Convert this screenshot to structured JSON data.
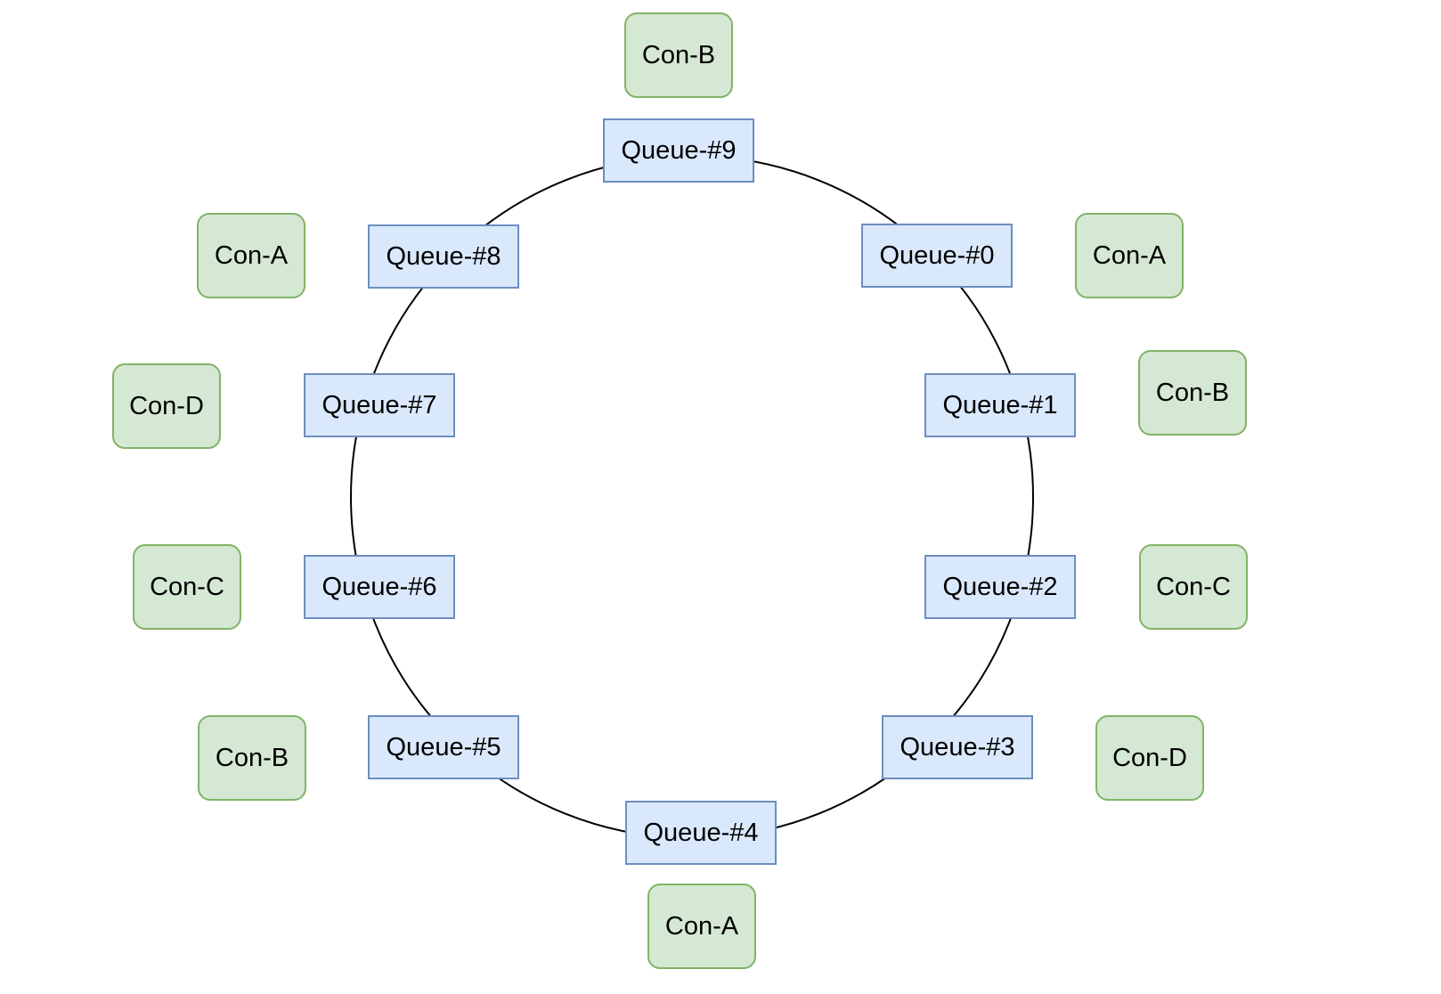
{
  "colors": {
    "queue_fill": "#dae8fc",
    "queue_stroke": "#6c8ebf",
    "consumer_fill": "#d5e8d4",
    "consumer_stroke": "#82b366",
    "ring_stroke": "#000000",
    "text_color": "#000000"
  },
  "ring": {
    "shape": "circle",
    "stroke": "#000000"
  },
  "queues": [
    {
      "label": "Queue-#0",
      "placement": "upper-right"
    },
    {
      "label": "Queue-#1",
      "placement": "right-upper"
    },
    {
      "label": "Queue-#2",
      "placement": "right-lower"
    },
    {
      "label": "Queue-#3",
      "placement": "lower-right"
    },
    {
      "label": "Queue-#4",
      "placement": "bottom"
    },
    {
      "label": "Queue-#5",
      "placement": "lower-left"
    },
    {
      "label": "Queue-#6",
      "placement": "left-lower"
    },
    {
      "label": "Queue-#7",
      "placement": "left-upper"
    },
    {
      "label": "Queue-#8",
      "placement": "upper-left"
    },
    {
      "label": "Queue-#9",
      "placement": "top"
    }
  ],
  "consumers": [
    {
      "label": "Con-B",
      "placement": "top"
    },
    {
      "label": "Con-A",
      "placement": "upper-left"
    },
    {
      "label": "Con-A",
      "placement": "upper-right"
    },
    {
      "label": "Con-D",
      "placement": "left-upper"
    },
    {
      "label": "Con-B",
      "placement": "right-upper"
    },
    {
      "label": "Con-C",
      "placement": "left-lower"
    },
    {
      "label": "Con-C",
      "placement": "right-lower"
    },
    {
      "label": "Con-B",
      "placement": "lower-left"
    },
    {
      "label": "Con-D",
      "placement": "lower-right"
    },
    {
      "label": "Con-A",
      "placement": "bottom"
    }
  ]
}
